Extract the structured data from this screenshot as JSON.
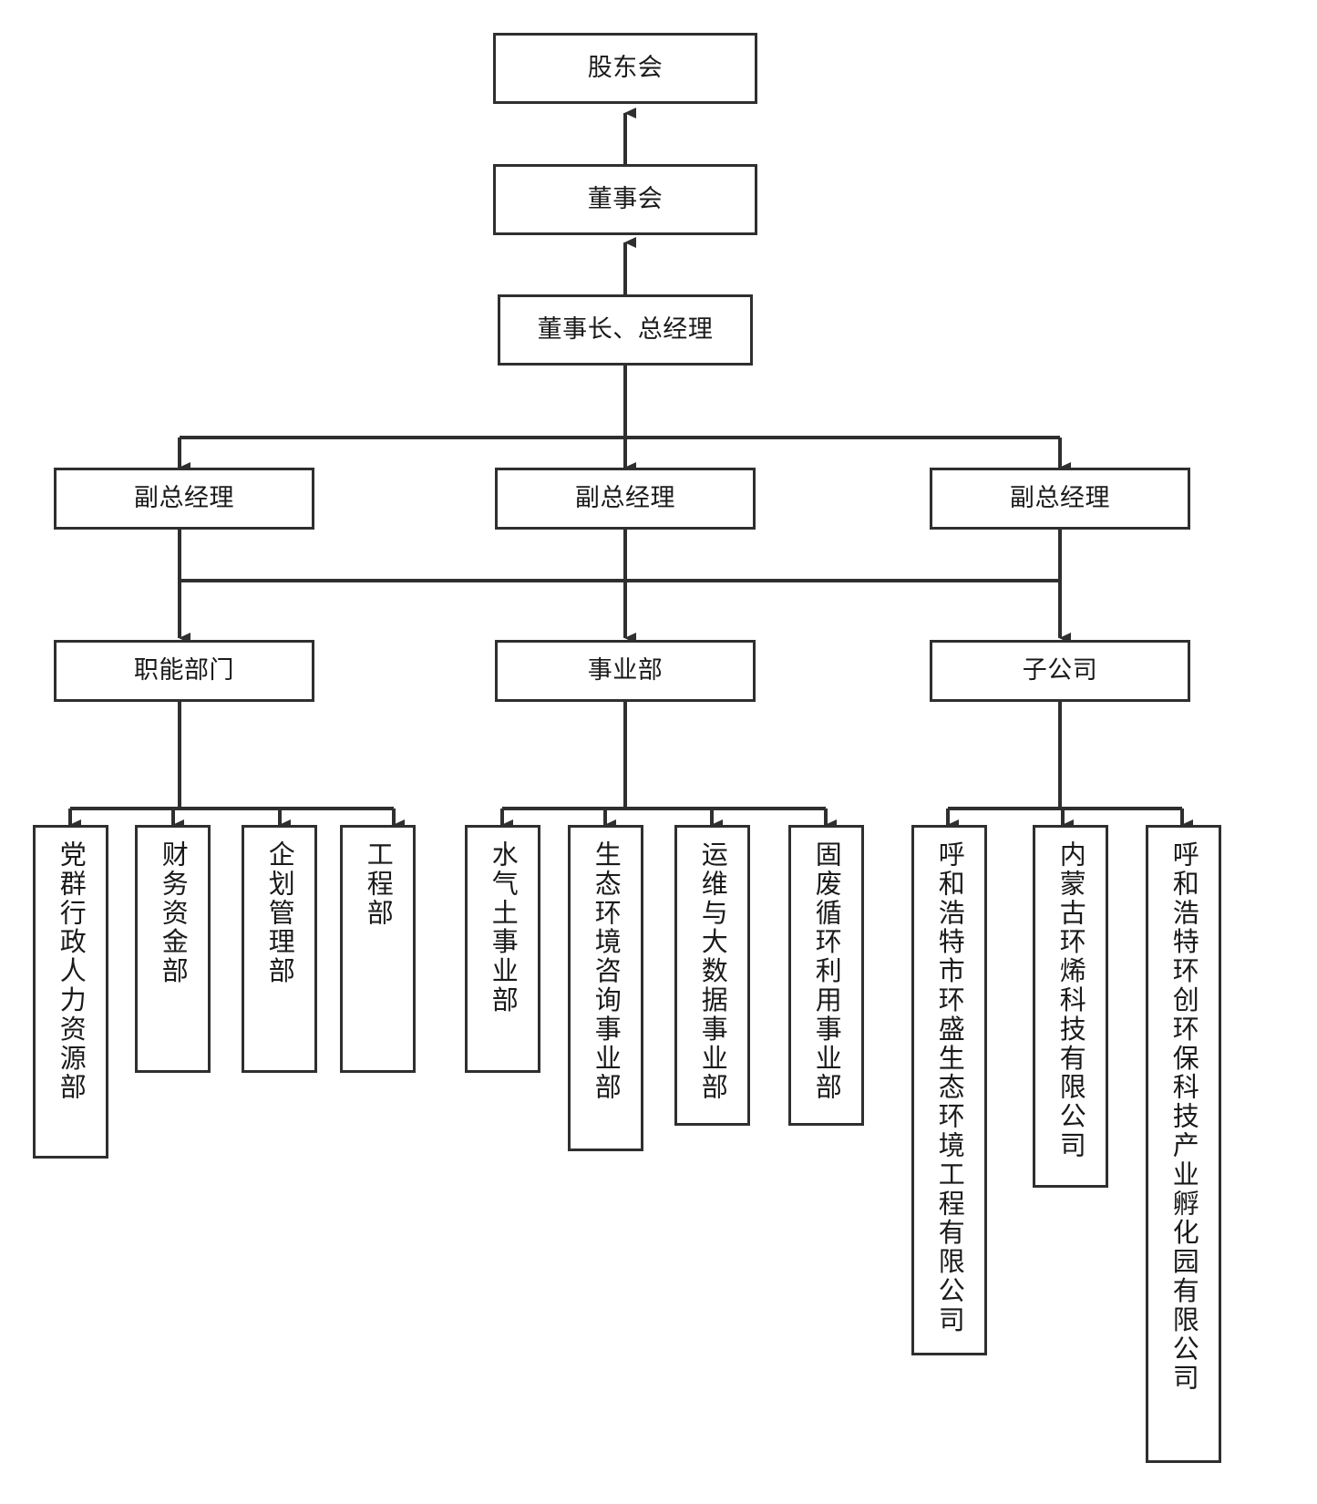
{
  "chart": {
    "type": "org-chart",
    "title": "",
    "orientation": "top-down",
    "line_color": "#2f2f2f",
    "box_fill": "#ffffff",
    "text_color": "#1a1a1a"
  },
  "nodes": {
    "shareholders": "股东会",
    "board": "董事会",
    "chairman": "董事长、总经理",
    "vp1": "副总经理",
    "vp2": "副总经理",
    "vp3": "副总经理",
    "functional": "职能部门",
    "business": "事业部",
    "subsidiary": "子公司"
  },
  "functional_departments": [
    "党群行政人力资源部",
    "财务资金部",
    "企划管理部",
    "工程部"
  ],
  "business_units": [
    "水气土事业部",
    "生态环境咨询事业部",
    "运维与大数据事业部",
    "固废循环利用事业部"
  ],
  "subsidiaries": [
    "呼和浩特市环盛生态环境工程有限公司",
    "内蒙古环烯科技有限公司",
    "呼和浩特环创环保科技产业孵化园有限公司"
  ]
}
